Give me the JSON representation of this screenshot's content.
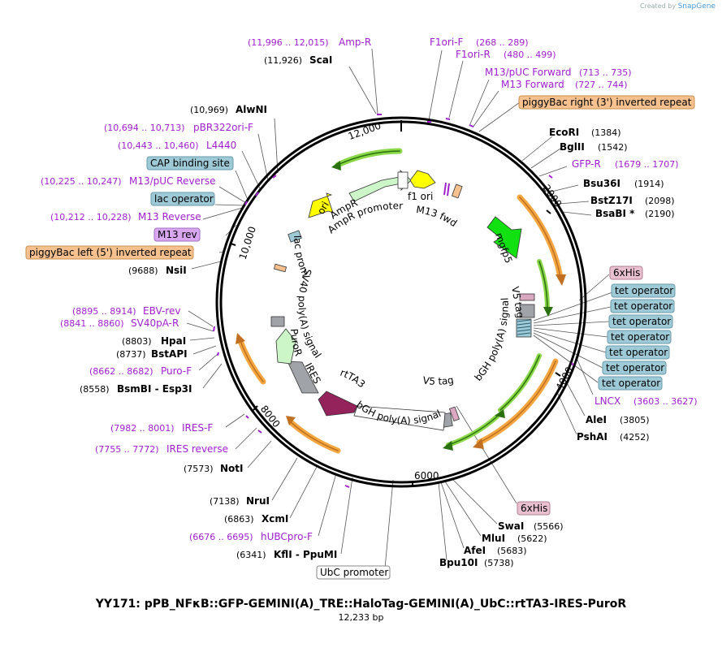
{
  "header": {
    "credit_prefix": "Created by",
    "credit_brand": "SnapGene"
  },
  "title": "YY171: pPB_NFκB::GFP-GEMINI(A)_TRE::HaloTag-GEMINI(A)_UbC::rtTA3-IRES-PuroR",
  "length_text": "12,233 bp",
  "ticks": [
    "12,000",
    "2000",
    "4000",
    "6000",
    "8000",
    "10,000"
  ],
  "labels": [
    {
      "kind": "primer",
      "name": "Amp-R",
      "pos": "(11,996 .. 12,015)"
    },
    {
      "kind": "enzyme",
      "name": "ScaI",
      "pos": "(11,926)"
    },
    {
      "kind": "enzyme",
      "name": "AlwNI",
      "pos": "(10,969)"
    },
    {
      "kind": "primer",
      "name": "pBR322ori-F",
      "pos": "(10,694 .. 10,713)"
    },
    {
      "kind": "primer",
      "name": "L4440",
      "pos": "(10,443 .. 10,460)"
    },
    {
      "kind": "box",
      "name": "CAP binding site",
      "color": "#9ec9d6"
    },
    {
      "kind": "primer",
      "name": "M13/pUC Reverse",
      "pos": "(10,225 .. 10,247)"
    },
    {
      "kind": "box",
      "name": "lac operator",
      "color": "#9ec9d6"
    },
    {
      "kind": "primer",
      "name": "M13 Reverse",
      "pos": "(10,212 .. 10,228)"
    },
    {
      "kind": "box",
      "name": "M13 rev",
      "color": "#d9a7f0"
    },
    {
      "kind": "box",
      "name": "piggyBac left (5') inverted repeat",
      "color": "#f6c18e"
    },
    {
      "kind": "enzyme",
      "name": "NsiI",
      "pos": "(9688)"
    },
    {
      "kind": "primer",
      "name": "EBV-rev",
      "pos": "(8895 .. 8914)"
    },
    {
      "kind": "primer",
      "name": "SV40pA-R",
      "pos": "(8841 .. 8860)"
    },
    {
      "kind": "enzyme",
      "name": "HpaI",
      "pos": "(8803)"
    },
    {
      "kind": "enzyme",
      "name": "BstAPI",
      "pos": "(8737)"
    },
    {
      "kind": "primer",
      "name": "Puro-F",
      "pos": "(8662 .. 8682)"
    },
    {
      "kind": "enzyme",
      "name": "BsmBI - Esp3I",
      "pos": "(8558)"
    },
    {
      "kind": "primer",
      "name": "IRES-F",
      "pos": "(7982 .. 8001)"
    },
    {
      "kind": "primer",
      "name": "IRES reverse",
      "pos": "(7755 .. 7772)"
    },
    {
      "kind": "enzyme",
      "name": "NotI",
      "pos": "(7573)"
    },
    {
      "kind": "enzyme",
      "name": "NruI",
      "pos": "(7138)"
    },
    {
      "kind": "enzyme",
      "name": "XcmI",
      "pos": "(6863)"
    },
    {
      "kind": "primer",
      "name": "hUBCpro-F",
      "pos": "(6676 .. 6695)"
    },
    {
      "kind": "enzyme",
      "name": "KflI - PpuMI",
      "pos": "(6341)"
    },
    {
      "kind": "primer",
      "name": "F1ori-F",
      "pos": "(268 .. 289)"
    },
    {
      "kind": "primer",
      "name": "F1ori-R",
      "pos": "(480 .. 499)"
    },
    {
      "kind": "primer",
      "name": "M13/pUC Forward",
      "pos": "(713 .. 735)"
    },
    {
      "kind": "primer",
      "name": "M13 Forward",
      "pos": "(727 .. 744)"
    },
    {
      "kind": "box",
      "name": "piggyBac right (3') inverted repeat",
      "color": "#f6c18e"
    },
    {
      "kind": "enzyme",
      "name": "EcoRI",
      "pos": "(1384)"
    },
    {
      "kind": "enzyme",
      "name": "BglII",
      "pos": "(1542)"
    },
    {
      "kind": "primer",
      "name": "GFP-R",
      "pos": "(1679 .. 1707)"
    },
    {
      "kind": "enzyme",
      "name": "Bsu36I",
      "pos": "(1914)"
    },
    {
      "kind": "enzyme",
      "name": "BstZ17I",
      "pos": "(2098)"
    },
    {
      "kind": "enzyme",
      "name": "BsaBI *",
      "pos": "(2190)"
    },
    {
      "kind": "box",
      "name": "6xHis",
      "color": "#e9c0cf"
    },
    {
      "kind": "box",
      "name": "tet operator",
      "color": "#9ec9d6"
    },
    {
      "kind": "box",
      "name": "tet operator",
      "color": "#9ec9d6"
    },
    {
      "kind": "box",
      "name": "tet operator",
      "color": "#9ec9d6"
    },
    {
      "kind": "box",
      "name": "tet operator",
      "color": "#9ec9d6"
    },
    {
      "kind": "box",
      "name": "tet operator",
      "color": "#9ec9d6"
    },
    {
      "kind": "box",
      "name": "tet operator",
      "color": "#9ec9d6"
    },
    {
      "kind": "box",
      "name": "tet operator",
      "color": "#9ec9d6"
    },
    {
      "kind": "primer",
      "name": "LNCX",
      "pos": "(3603 .. 3627)"
    },
    {
      "kind": "enzyme",
      "name": "AleI",
      "pos": "(3805)"
    },
    {
      "kind": "enzyme",
      "name": "PshAI",
      "pos": "(4252)"
    },
    {
      "kind": "box",
      "name": "6xHis",
      "color": "#e9c0cf"
    },
    {
      "kind": "enzyme",
      "name": "SwaI",
      "pos": "(5566)"
    },
    {
      "kind": "enzyme",
      "name": "MluI",
      "pos": "(5622)"
    },
    {
      "kind": "enzyme",
      "name": "AfeI",
      "pos": "(5683)"
    },
    {
      "kind": "enzyme",
      "name": "Bpu10I",
      "pos": "(5738)"
    },
    {
      "kind": "box",
      "name": "UbC promoter",
      "color": "#ffffff"
    }
  ],
  "features": [
    "ori",
    "AmpR",
    "AmpR promoter",
    "f1 ori",
    "M13 fwd",
    "mgfp5",
    "V5 tag",
    "bGH poly(A) signal",
    "V5 tag",
    "bGH poly(A) signal",
    "rtTA3",
    "IRES",
    "PuroR",
    "SV40 poly(A) signal",
    "lac promoter"
  ],
  "colors": {
    "ori": "#ffff00",
    "AmpR": "#ccf5c8",
    "mgfp5": "#11e011",
    "rtTA3": "#93235a",
    "IRES": "#a0a4a8",
    "PuroR": "#ccf5c8",
    "ORF": "#f4a640",
    "ORF_green": "#8ad848",
    "primer": "#a020d0"
  }
}
